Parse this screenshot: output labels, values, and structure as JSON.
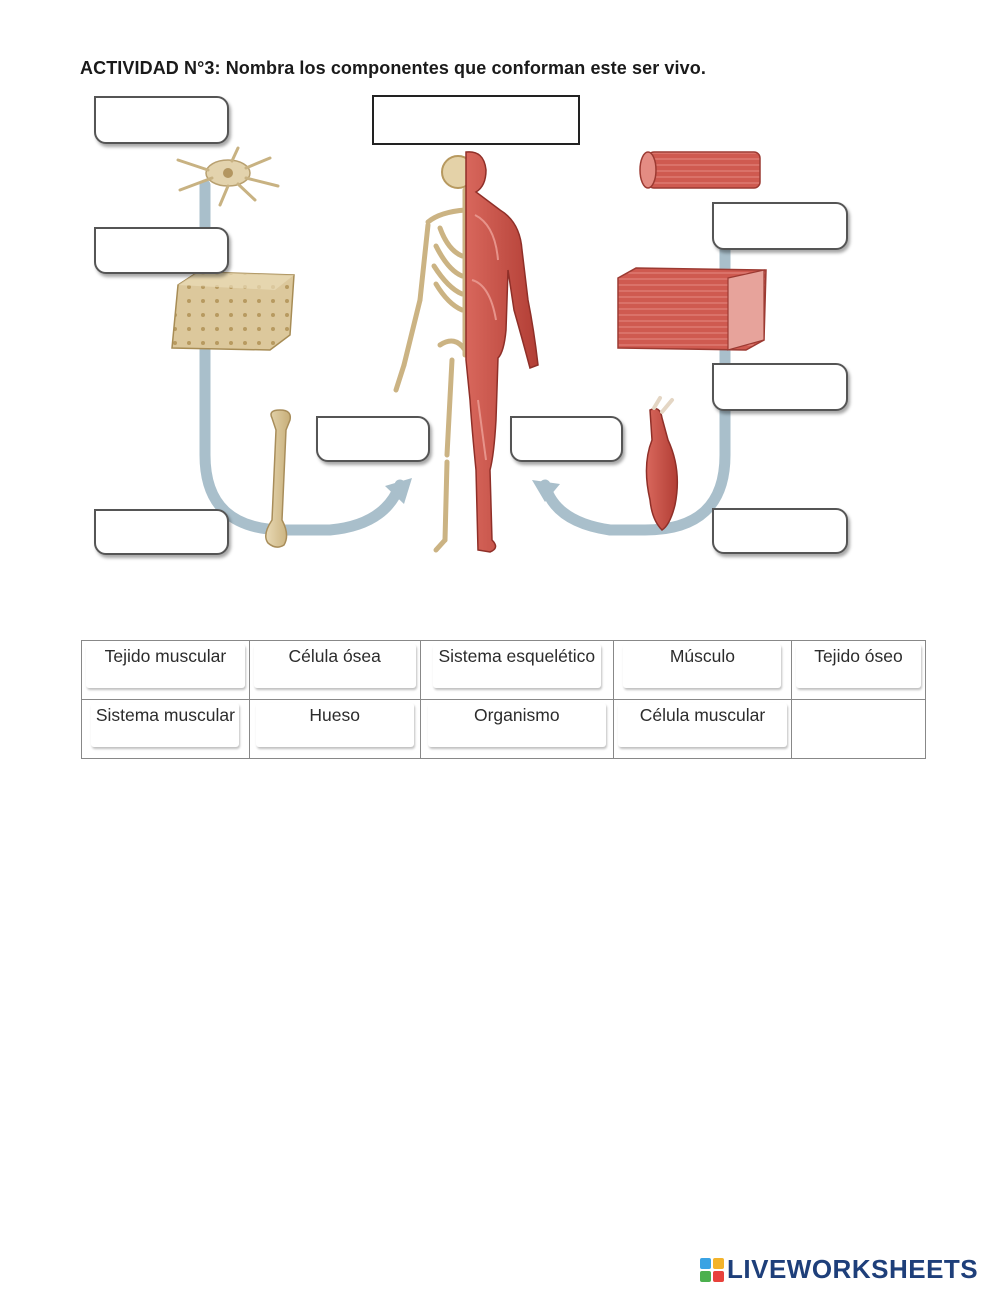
{
  "title": "ACTIVIDAD N°3: Nombra los componentes que conforman este ser vivo.",
  "word_bank": [
    [
      "Tejido muscular",
      "Célula ósea",
      "Sistema esquelético",
      "Músculo",
      "Tejido óseo"
    ],
    [
      "Sistema muscular",
      "Hueso",
      "Organismo",
      "Célula muscular",
      ""
    ]
  ],
  "logo": {
    "text": "LIVEWORKSHEETS"
  },
  "colors": {
    "arrow": "#a9bfcb",
    "bone": "#d9c59a",
    "muscle": "#c9544a",
    "logo": "#1e3f7a"
  }
}
